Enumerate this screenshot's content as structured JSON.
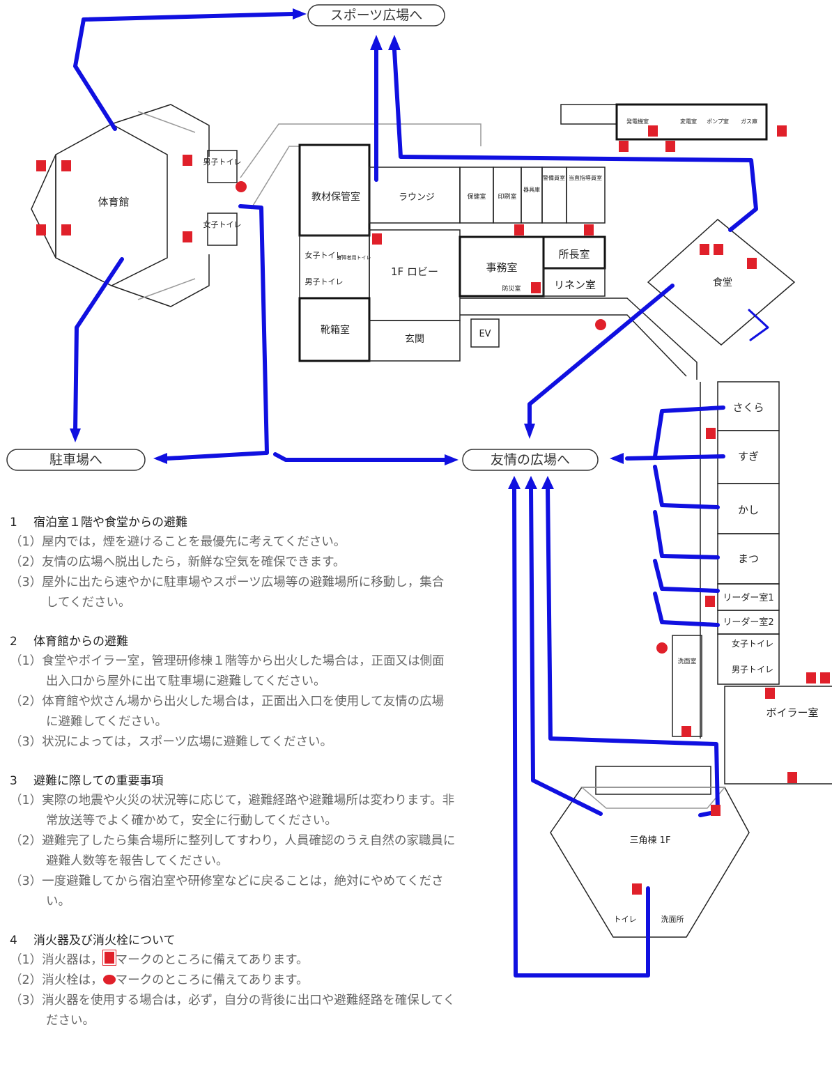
{
  "destinations": {
    "sports": "スポーツ広場へ",
    "parking": "駐車場へ",
    "friendship": "友情の広場へ"
  },
  "rooms": {
    "gym": "体育館",
    "gym_male_toilet": "男子トイレ",
    "gym_female_toilet": "女子トイレ",
    "storage": "教材保管室",
    "lounge": "ラウンジ",
    "health": "保健室",
    "print": "印刷室",
    "tools": "器具庫",
    "guard": "警備員室",
    "duty": "当直指導員室",
    "female_toilet": "女子トイレ",
    "male_toilet": "男子トイレ",
    "accessible_toilet": "身障者用トイレ",
    "lobby": "1F ロビー",
    "office": "事務室",
    "director": "所長室",
    "disaster": "防災室",
    "linen": "リネン室",
    "shoebox": "靴箱室",
    "entrance": "玄関",
    "ev": "EV",
    "generator": "発電機室",
    "transformer": "変電室",
    "pump": "ポンプ室",
    "gas": "ガス庫",
    "dining": "食堂",
    "sakura": "さくら",
    "sugi": "すぎ",
    "kashi": "かし",
    "matsu": "まつ",
    "leader1": "リーダー室1",
    "leader2": "リーダー室2",
    "wash": "洗面室",
    "boiler": "ボイラー室",
    "tri": "三角棟 1F",
    "tri_toilet": "トイレ",
    "tri_wash": "洗面所"
  },
  "notes": [
    {
      "num": "1",
      "title": "宿泊室１階や食堂からの避難",
      "items": [
        "（1）屋内では，煙を避けることを最優先に考えてください。",
        "（2）友情の広場へ脱出したら，新鮮な空気を確保できます。",
        "（3）屋外に出たら速やかに駐車場やスポーツ広場等の避難場所に移動し，集合してください。"
      ]
    },
    {
      "num": "2",
      "title": "体育館からの避難",
      "items": [
        "（1）食堂やボイラー室，管理研修棟１階等から出火した場合は，正面又は側面出入口から屋外に出て駐車場に避難してください。",
        "（2）体育館や炊さん場から出火した場合は，正面出入口を使用して友情の広場に避難してください。",
        "（3）状況によっては，スポーツ広場に避難してください。"
      ]
    },
    {
      "num": "3",
      "title": "避難に際しての重要事項",
      "items": [
        "（1）実際の地震や火災の状況等に応じて，避難経路や避難場所は変わります。非常放送等でよく確かめて，安全に行動してください。",
        "（2）避難完了したら集合場所に整列してすわり，人員確認のうえ自然の家職員に避難人数等を報告してください。",
        "（3）一度避難してから宿泊室や研修室などに戻ることは，絶対にやめてください。"
      ]
    }
  ],
  "note4": {
    "num": "4",
    "title": "消火器及び消火栓について",
    "item1_pre": "（1）消火器は，",
    "item1_post": "マークのところに備えてあります。",
    "item2_pre": "（2）消火栓は，",
    "item2_post": "マークのところに備えてあります。",
    "item3": "（3）消火器を使用する場合は，必ず，自分の背後に出口や避難経路を確保してください。"
  },
  "colors": {
    "route": "#1010e0",
    "extinguisher": "#e0202a",
    "hydrant": "#e0202a"
  }
}
